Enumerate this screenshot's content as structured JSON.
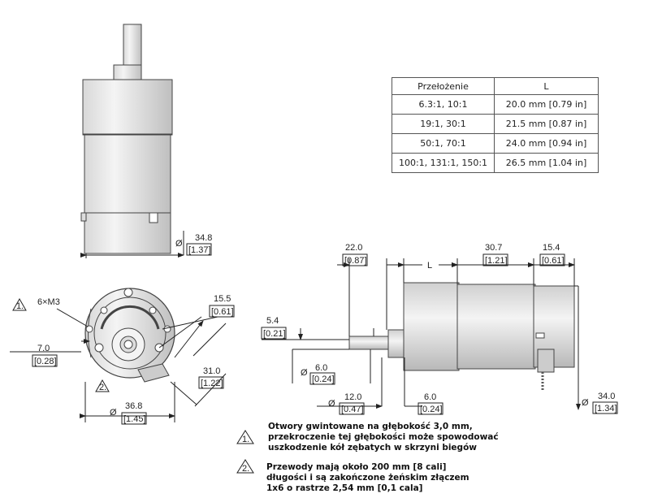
{
  "table": {
    "header": [
      "Przełożenie",
      "L"
    ],
    "rows": [
      [
        "6.3:1, 10:1",
        "20.0 mm [0.79 in]"
      ],
      [
        "19:1, 30:1",
        "21.5 mm [0.87 in]"
      ],
      [
        "50:1, 70:1",
        "24.0 mm [0.94 in]"
      ],
      [
        "100:1, 131:1, 150:1",
        "26.5 mm [1.04 in]"
      ]
    ]
  },
  "dims": {
    "top_diameter": "34.8",
    "top_diameter_in": "[1.37]",
    "side_22": "22.0",
    "side_22_in": "[0.87]",
    "side_L": "L",
    "side_307": "30.7",
    "side_307_in": "[1.21]",
    "side_154": "15.4",
    "side_154_in": "[0.61]",
    "shaft_54": "5.4",
    "shaft_54_in": "[0.21]",
    "shaft_dia_6": "6.0",
    "shaft_dia_6_in": "[0.24]",
    "hub_dia_12": "12.0",
    "hub_dia_12_in": "[0.47]",
    "hub_len_6": "6.0",
    "hub_len_6_in": "[0.24]",
    "body_dia_34": "34.0",
    "body_dia_34_in": "[1.34]",
    "front_m3": "6×M3",
    "front_155": "15.5",
    "front_155_in": "[0.61]",
    "front_7": "7.0",
    "front_7_in": "[0.28]",
    "front_31": "31.0",
    "front_31_in": "[1.22]",
    "front_368": "36.8",
    "front_368_in": "[1.45]",
    "note1_num": "1.",
    "note2_num": "2.",
    "dia_symbol": "Ø"
  },
  "notes": {
    "note1": [
      "Otwory gwintowane na głębokość 3,0 mm,",
      "przekroczenie tej głębokości może spowodować",
      "uszkodzenie kół zębatych w skrzyni biegów"
    ],
    "note2": [
      "Przewody mają około 200 mm [8 cali]",
      "długości i są zakończone żeńskim złączem",
      "1x6 o rastrze 2,54 mm [0,1 cala]"
    ]
  }
}
